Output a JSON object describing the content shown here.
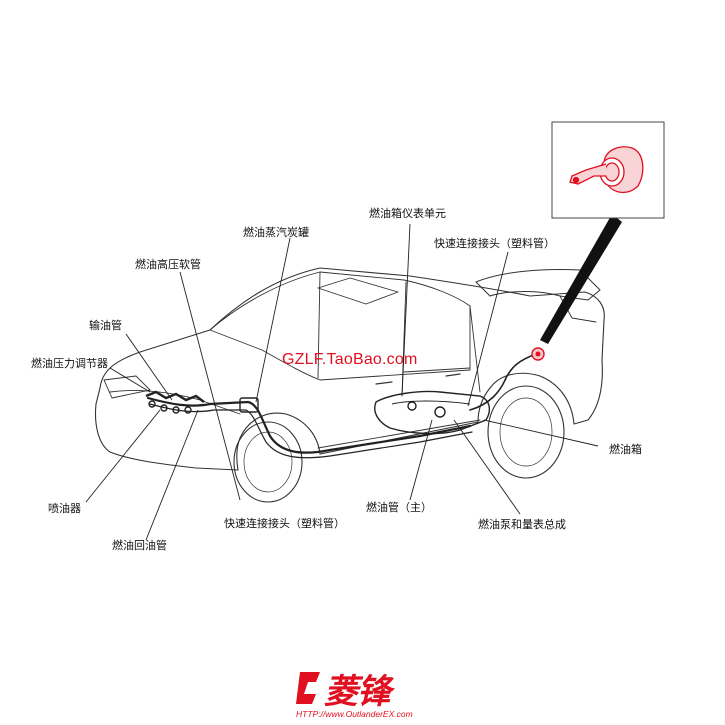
{
  "labels": {
    "evap_canister": "燃油蒸汽炭罐",
    "fuel_tank_gauge_unit": "燃油箱仪表单元",
    "hp_fuel_hose": "燃油高压软管",
    "quick_connector_top": "快速连接接头（塑料管）",
    "delivery_pipe": "输油管",
    "pressure_regulator": "燃油压力调节器",
    "fuel_tank": "燃油箱",
    "injector": "喷油器",
    "fuel_main_pipe": "燃油管（主）",
    "quick_connector_bottom": "快速连接接头（塑料管）",
    "fuel_pump_gauge_assy": "燃油泵和量表总成",
    "return_pipe": "燃油回油管"
  },
  "watermark": "GZLF.TaoBao.com",
  "logo": {
    "brand": "菱锋",
    "url": "HTTP://www.OutlanderEX.com"
  },
  "colors": {
    "accent": "#e01020",
    "line": "#222222"
  },
  "icons": {
    "car": "car-outline-illustration",
    "fuel_cap": "fuel-cap-detail-illustration"
  }
}
